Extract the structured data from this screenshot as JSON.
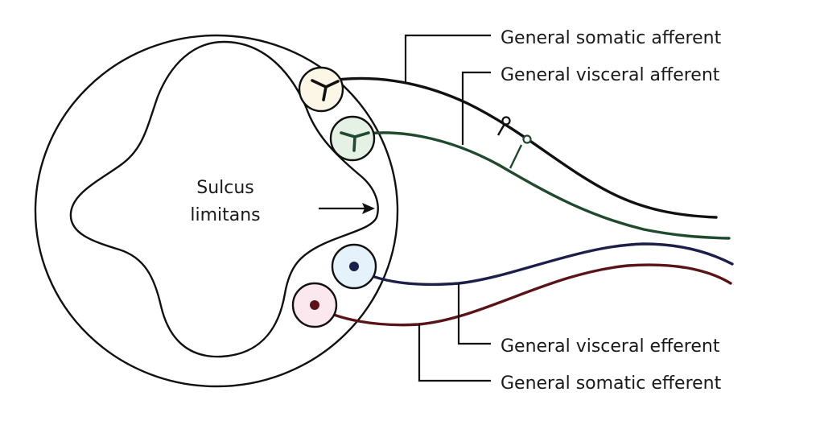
{
  "diagram": {
    "center_label": {
      "line1": "Sulcus",
      "line2": "limitans"
    },
    "labels": {
      "gsa": "General somatic afferent",
      "gva": "General visceral afferent",
      "gve": "General visceral efferent",
      "gse": "General somatic efferent"
    },
    "colors": {
      "gsa_fiber": "#111111",
      "gva_fiber": "#1f4a2e",
      "gve_fiber": "#1b1f4a",
      "gse_fiber": "#5a1418",
      "gsa_cell_fill": "#fcf6e6",
      "gva_cell_fill": "#e6f1e6",
      "gve_cell_fill": "#e6f2fb",
      "gse_cell_fill": "#fbe8ee"
    }
  }
}
